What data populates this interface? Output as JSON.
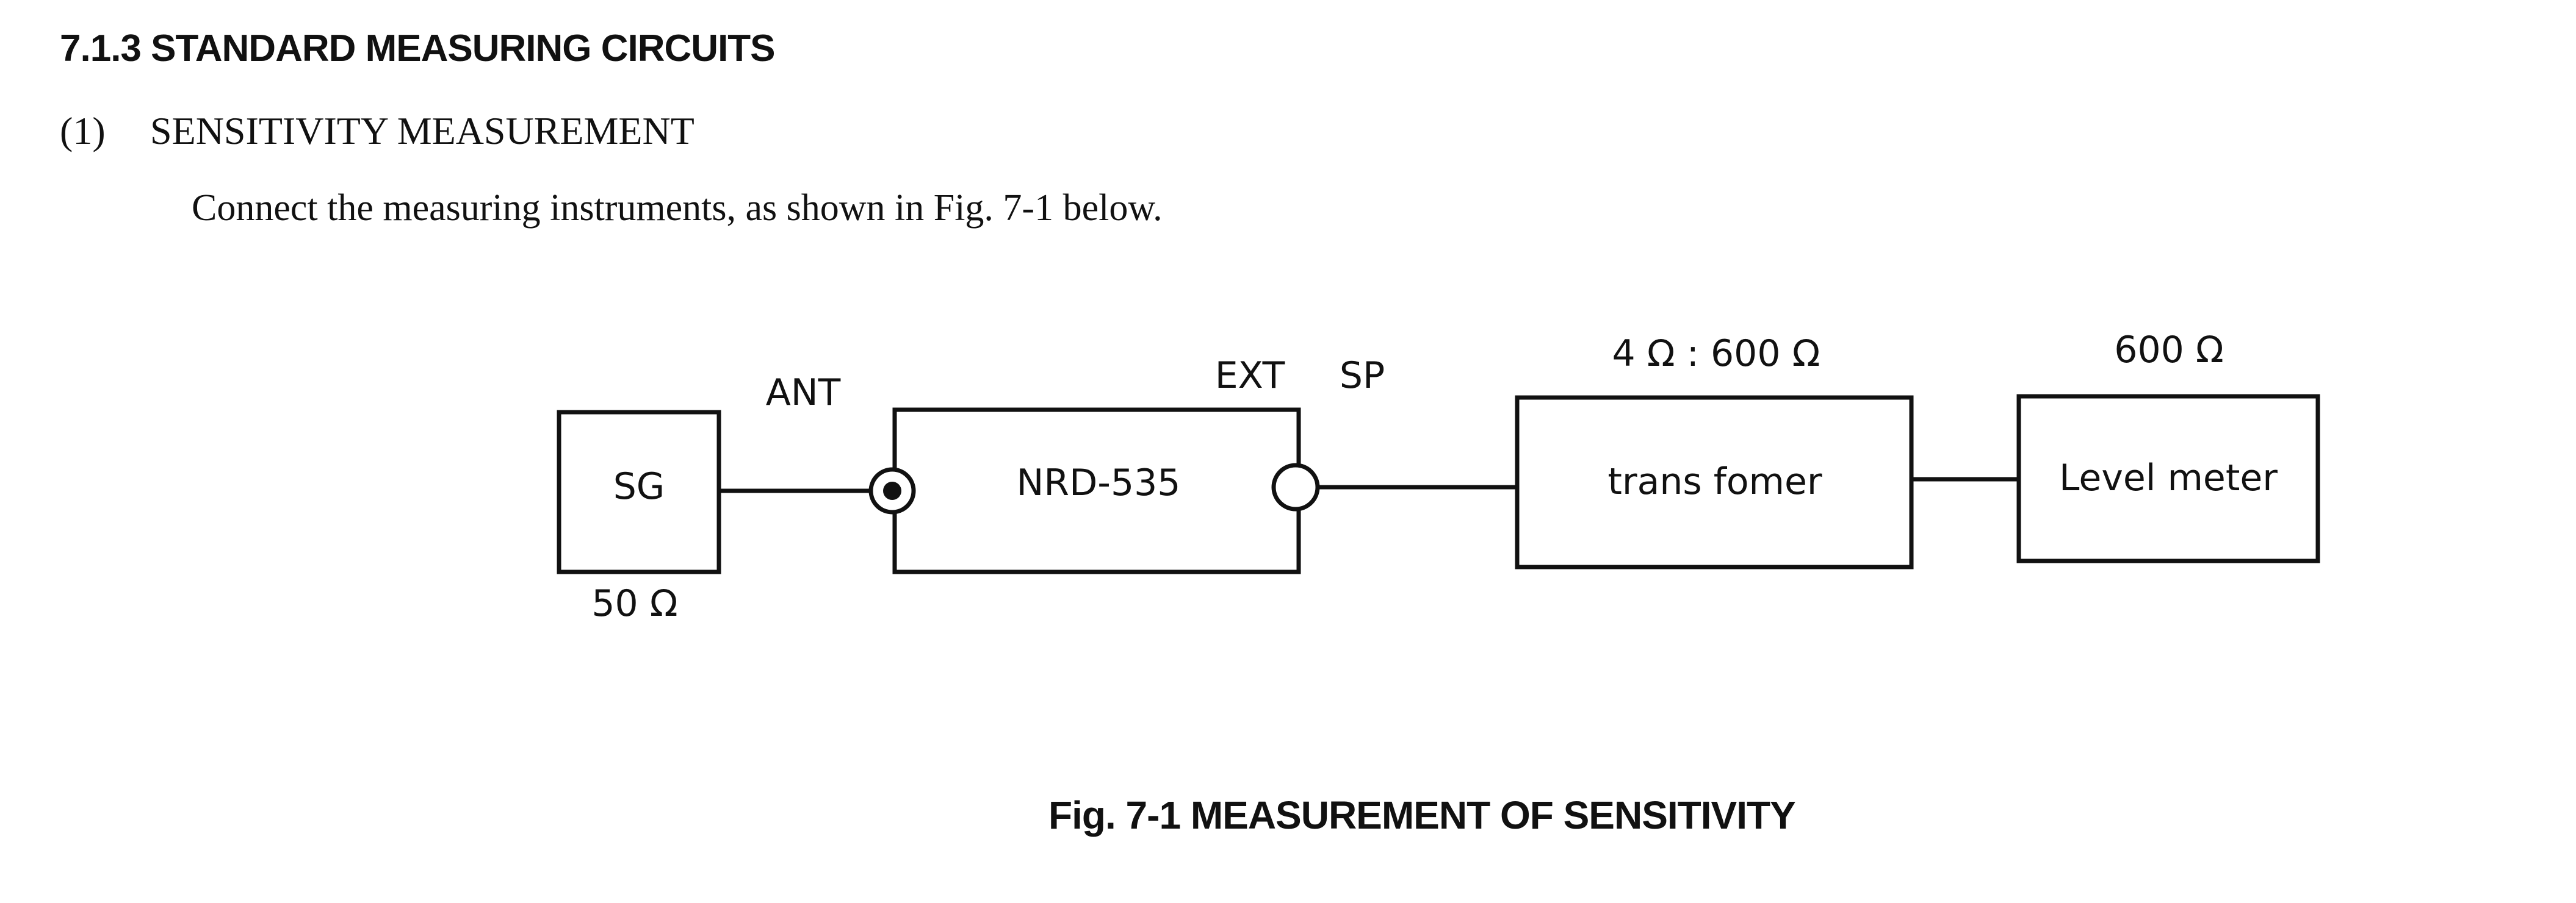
{
  "section": {
    "heading": "7.1.3  STANDARD MEASURING CIRCUITS"
  },
  "subsection": {
    "number": "(1)",
    "title": "SENSITIVITY MEASUREMENT"
  },
  "instruction": "Connect the measuring instruments, as shown in Fig. 7-1 below.",
  "diagram": {
    "blocks": {
      "sg": "SG",
      "receiver": "NRD-535",
      "transformer": "trans fomer",
      "level_meter": "Level meter"
    },
    "labels": {
      "sg_impedance": "50 Ω",
      "ant": "ANT",
      "ext": "EXT",
      "sp": "SP",
      "transformer_ratio": "4 Ω  : 600 Ω",
      "meter_impedance": "600 Ω"
    }
  },
  "figure": {
    "caption": "Fig. 7-1  MEASUREMENT OF SENSITIVITY"
  }
}
